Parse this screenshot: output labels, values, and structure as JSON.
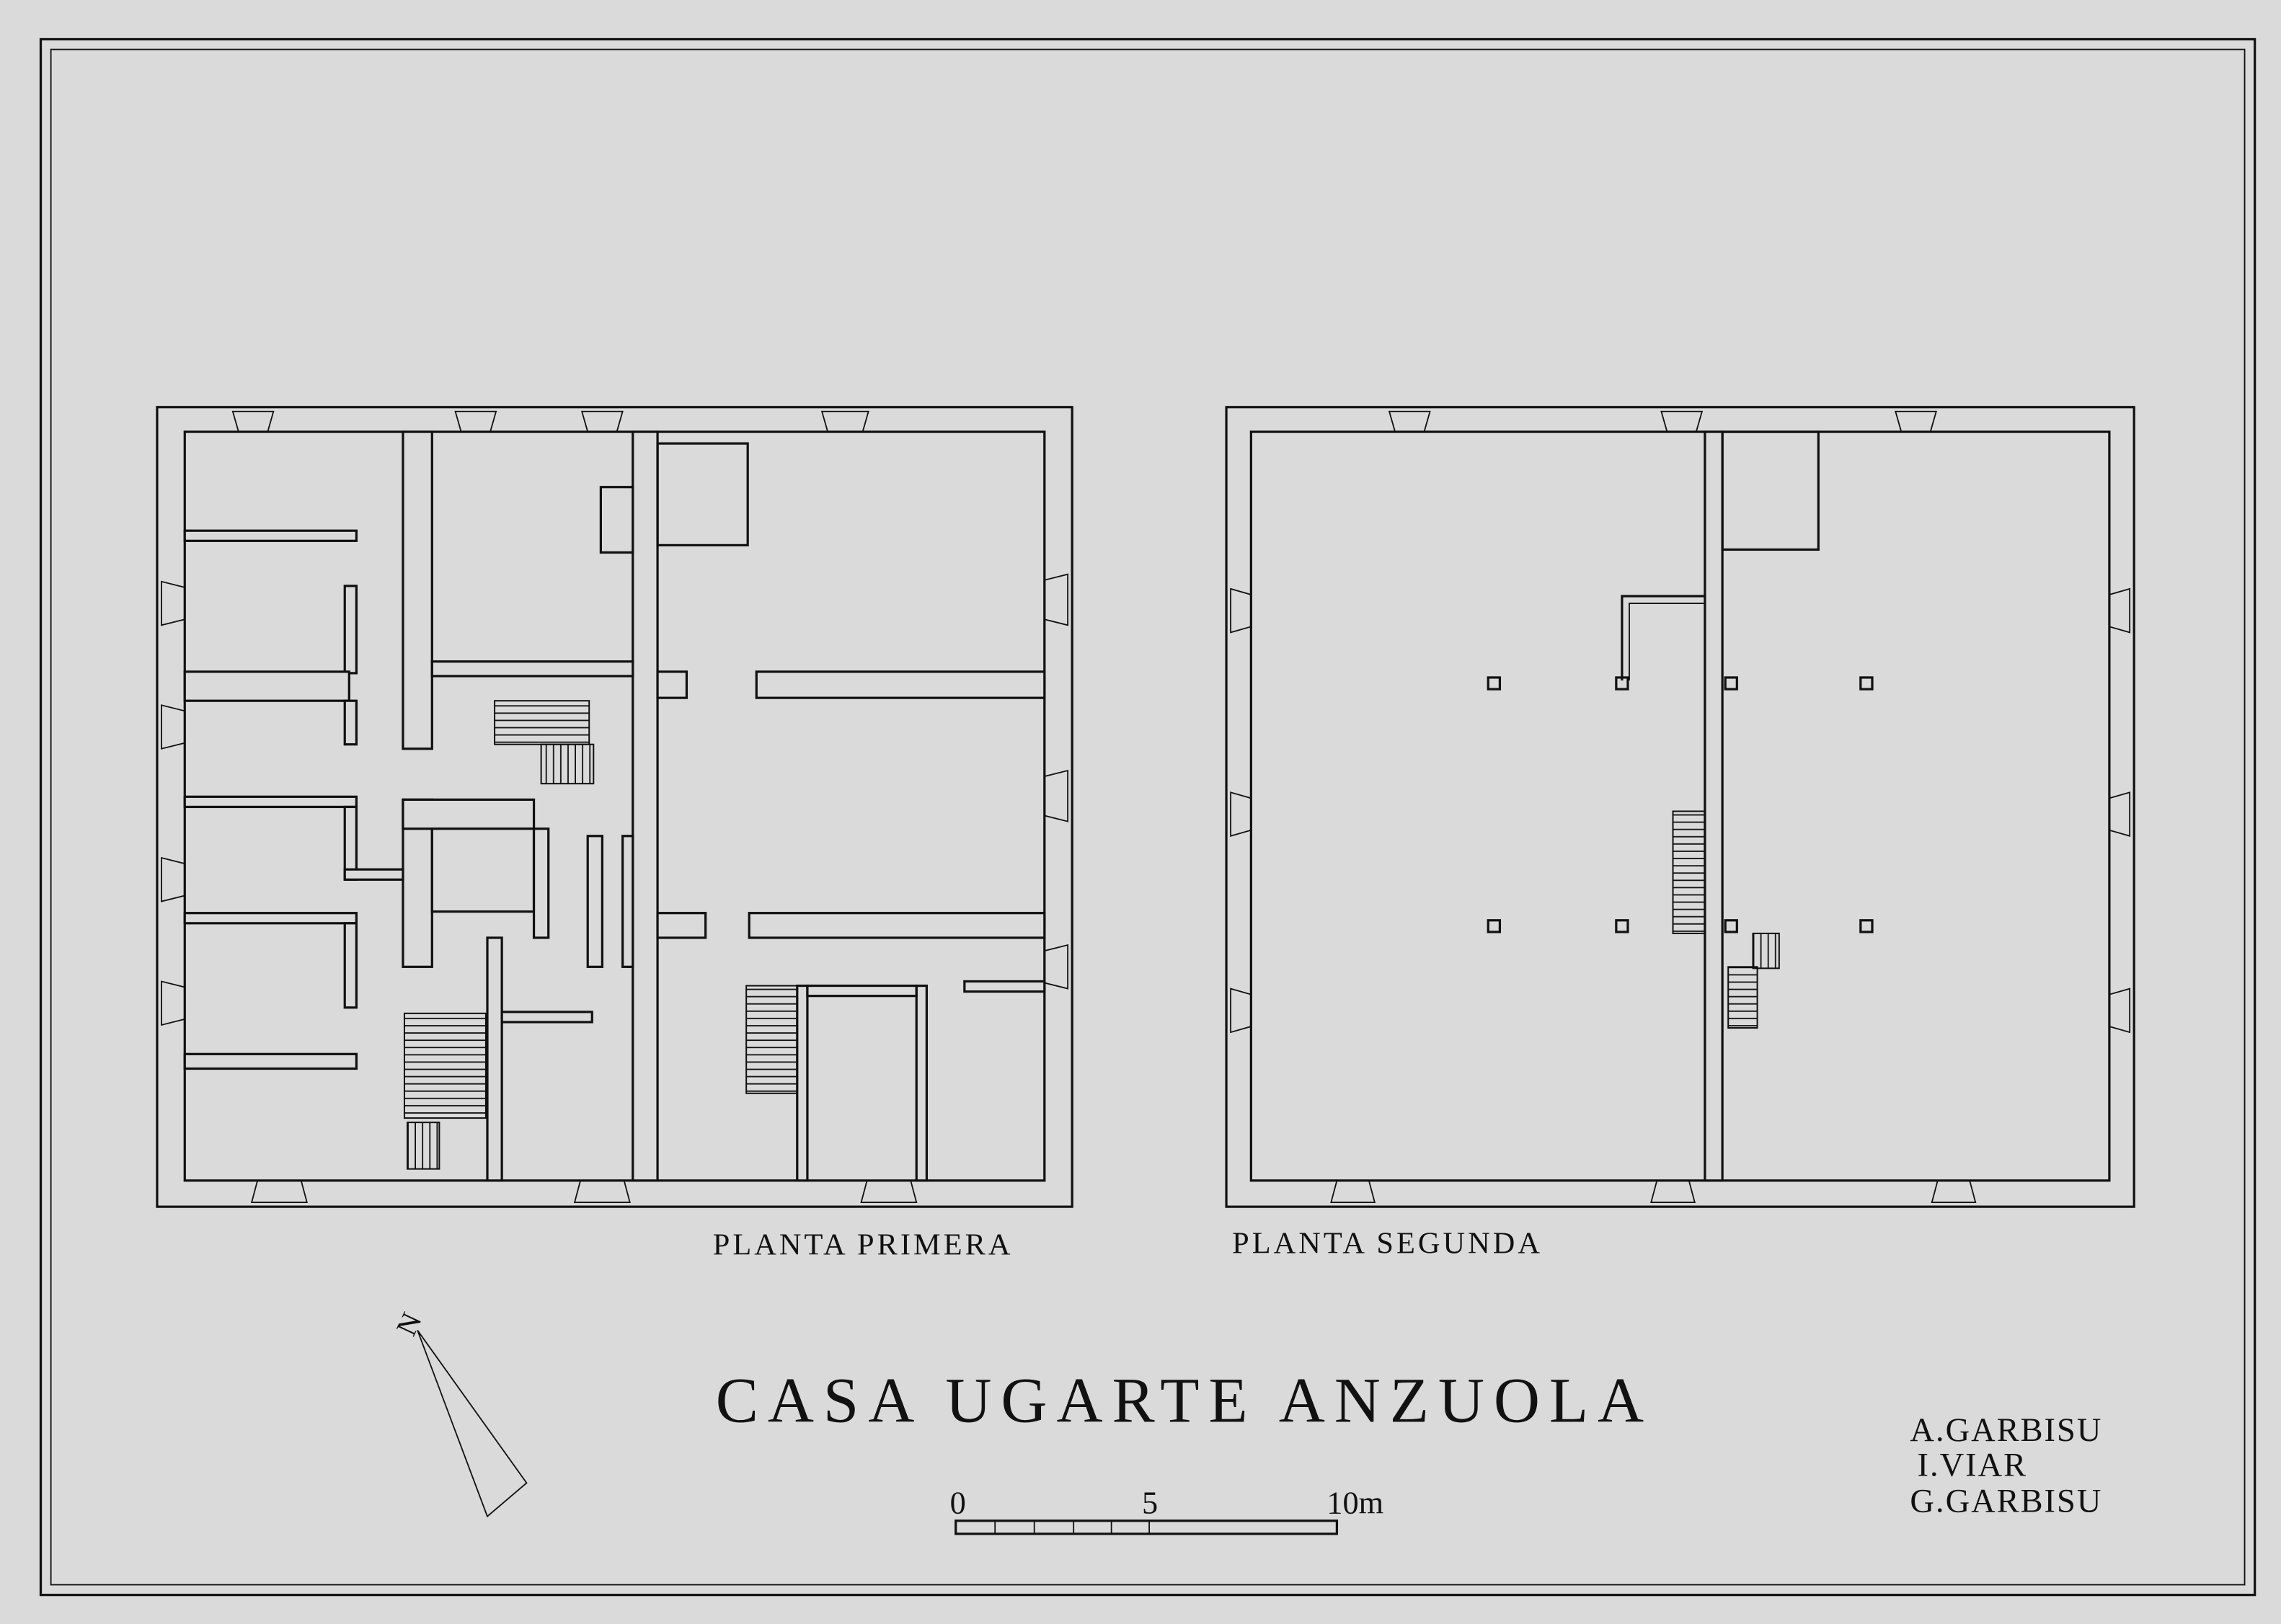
{
  "title": "CASA UGARTE ANZUOLA",
  "plans": [
    {
      "label": "PLANTA PRIMERA"
    },
    {
      "label": "PLANTA SEGUNDA"
    }
  ],
  "authors": [
    "A.GARBISU",
    "I.VIAR",
    "G.GARBISU"
  ],
  "scale": {
    "labels": [
      "0",
      "5",
      "10m"
    ]
  },
  "north": {
    "label": "N",
    "icon": "north-arrow-icon"
  },
  "colors": {
    "paper": "#dadada",
    "ink": "#111111"
  }
}
